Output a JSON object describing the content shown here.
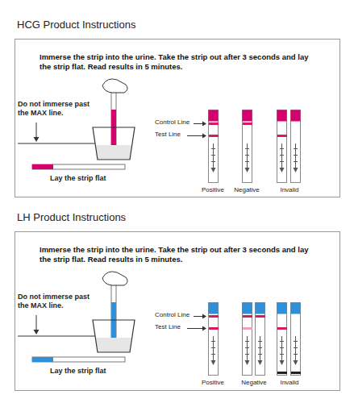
{
  "diagram": {
    "nodes": [
      {
        "text": [
          "HCG Product Instructions",
          "Immerse the strip into the urine. Take the strip out after 3 seconds and lay the strip flat. Read results in 5 minutes."
        ]
      },
      {
        "text": [
          "LH Product Instructions",
          "Immerse the strip into the urine. Take the strip out after 3 seconds and lay the strip flat. Read results in 5 minutes."
        ]
      }
    ],
    "labels": [
      "Do not immerse past the MAX line.",
      "Lay the strip flat",
      "Control Line",
      "Test Line",
      "Positive",
      "Negative",
      "Invalid",
      "Do not immerse past the MAX line.",
      "Lay the strip flat",
      "Control Line",
      "Test Line",
      "Positive",
      "Negative",
      "Invalid"
    ]
  }
}
